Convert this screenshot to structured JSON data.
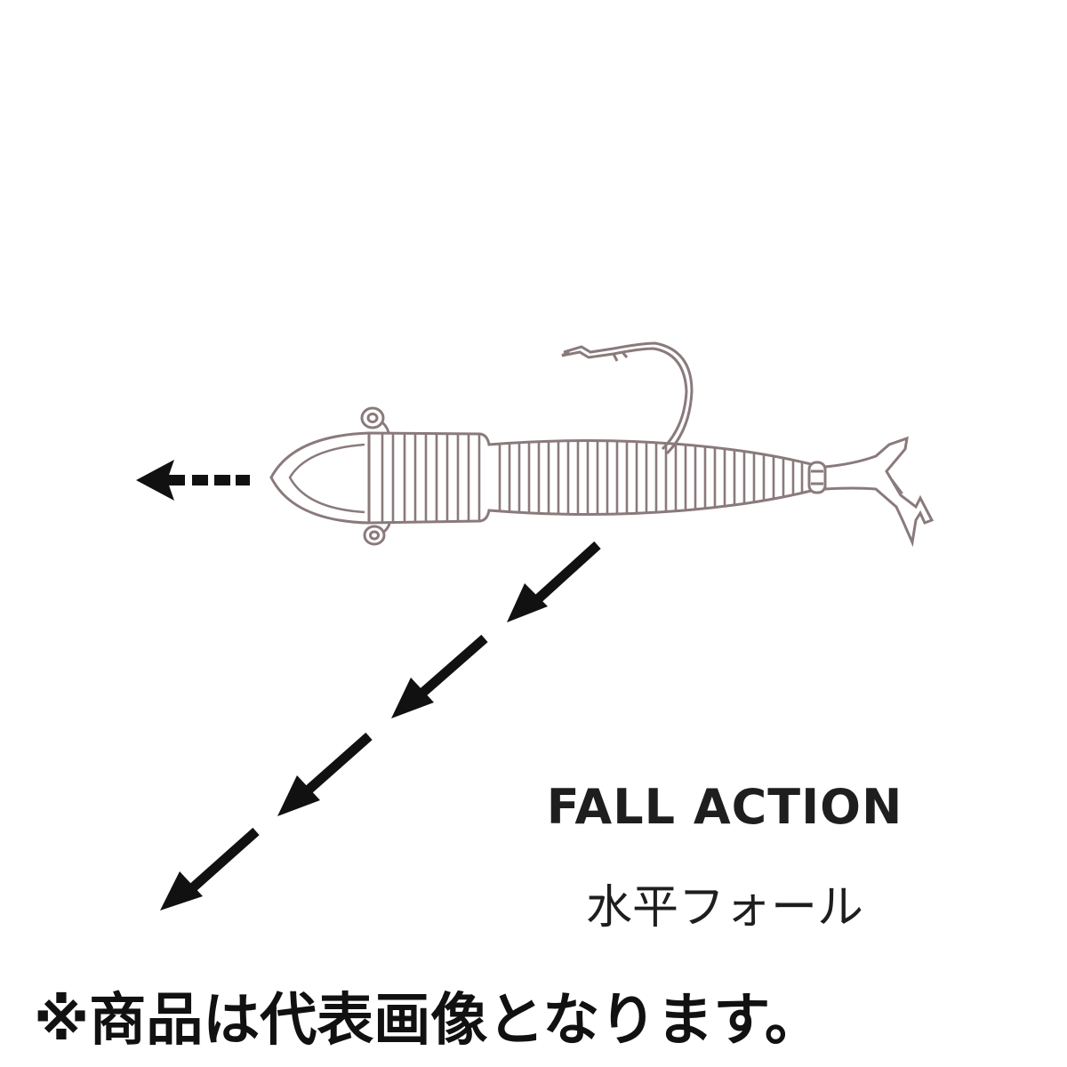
{
  "caption": {
    "title": "FALL ACTION",
    "subtitle": "水平フォール"
  },
  "note": "※商品は代表画像となります。",
  "colors": {
    "outline": "#8a7a7b",
    "arrow": "#111111",
    "text": "#1e1e1e"
  },
  "icons": [
    "lure-illustration",
    "hook-icon",
    "left-arrow-icon",
    "fall-arrow-icon"
  ]
}
